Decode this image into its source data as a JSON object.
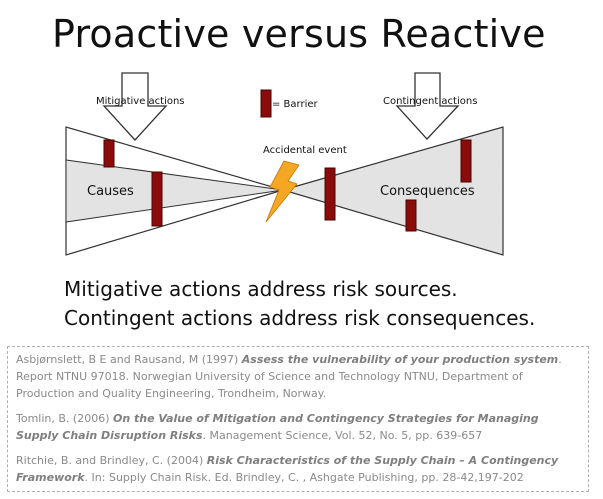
{
  "page": {
    "title": "Proactive versus Reactive"
  },
  "diagram": {
    "mitigative_label": "Mitigative actions",
    "contingent_label": "Contingent actions",
    "barrier_legend": "= Barrier",
    "accidental_event_label": "Accidental event",
    "causes_label": "Causes",
    "consequences_label": "Consequences",
    "colors": {
      "barrier": "#8b0a0a",
      "lightning": "#f5a623",
      "wedge": "#e0e0e0",
      "stroke": "#333333"
    },
    "icons": {
      "arrows": "down-arrow-icon",
      "event": "lightning-icon",
      "barrier": "barrier-rect-icon"
    }
  },
  "statements": {
    "line1": "Mitigative actions address risk sources.",
    "line2": "Contingent actions address risk consequences."
  },
  "references": [
    {
      "pre": "Asbjørnslett, B E and Rausand, M (1997) ",
      "bold": "Assess the vulnerability of your production system",
      "post": ". Report NTNU 97018. Norwegian University of Science and Technology NTNU, Department of Production and Quality Engineering, Trondheim, Norway."
    },
    {
      "pre": "Tomlin, B. (2006) ",
      "bold": "On the Value of Mitigation and Contingency Strategies for Managing Supply Chain Disruption Risks",
      "post": ". Management Science, Vol. 52, No. 5, pp. 639-657"
    },
    {
      "pre": "Ritchie, B. and Brindley, C. (2004) ",
      "bold": "Risk Characteristics of the Supply Chain – A Contingency Framework",
      "post": ".  In: Supply Chain Risk. Ed. Brindley, C. , Ashgate Publishing, pp. 28-42,197-202"
    }
  ]
}
